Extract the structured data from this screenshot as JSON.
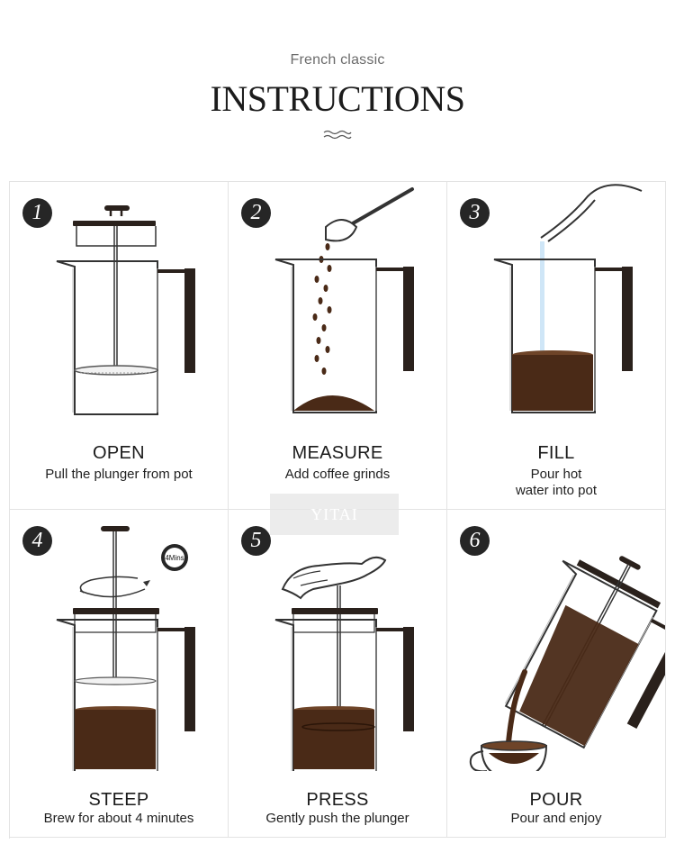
{
  "header": {
    "subtitle": "French classic",
    "title": "INSTRUCTIONS"
  },
  "watermark": {
    "text": "YITAI"
  },
  "steps": [
    {
      "number": "1",
      "title": "OPEN",
      "desc": "Pull the plunger from pot"
    },
    {
      "number": "2",
      "title": "MEASURE",
      "desc": "Add coffee grinds"
    },
    {
      "number": "3",
      "title": "FILL",
      "desc": "Pour hot\nwater into pot"
    },
    {
      "number": "4",
      "title": "STEEP",
      "desc": "Brew for about 4 minutes",
      "timer_label": "4Mins"
    },
    {
      "number": "5",
      "title": "PRESS",
      "desc": "Gently push the plunger"
    },
    {
      "number": "6",
      "title": "POUR",
      "desc": "Pour and enjoy"
    }
  ],
  "colors": {
    "coffee": "#4a2a17",
    "outline": "#222222",
    "water": "#cfe6f7",
    "background": "#ffffff"
  }
}
